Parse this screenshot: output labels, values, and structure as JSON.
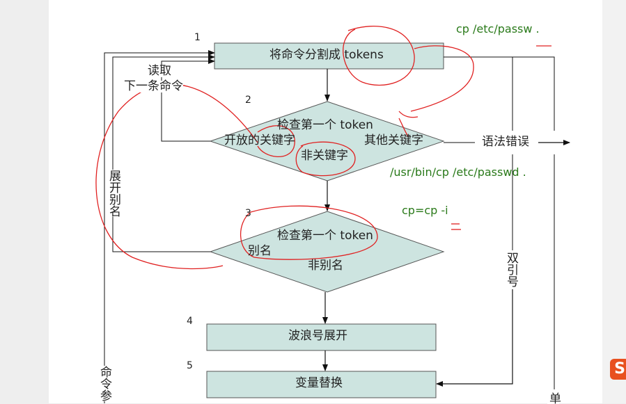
{
  "steps": {
    "s1_num": "1",
    "s1_label": "将命令分割成 tokens",
    "s2_num": "2",
    "s2_title": "检查第一个 token",
    "s2_left": "开放的关键字",
    "s2_right": "其他关键字",
    "s2_bottom": "非关键字",
    "s3_num": "3",
    "s3_title": "检查第一个 token",
    "s3_left": "别名",
    "s3_bottom": "非别名",
    "s4_num": "4",
    "s4_label": "波浪号展开",
    "s5_num": "5",
    "s5_label": "变量替换"
  },
  "side_labels": {
    "read_next_1": "读取",
    "read_next_2": "下一条命令",
    "syntax_error": "语法错误",
    "expand_alias": "展开别名",
    "double_quote": "双引号",
    "command_sub": "命令参",
    "single_quote": "单"
  },
  "annotations": {
    "note1": "cp  /etc/passw  .",
    "note2": "/usr/bin/cp /etc/passwd .",
    "note3": "cp=cp -i"
  },
  "logo_text": "S",
  "colors": {
    "box_fill": "#cde4e0",
    "box_stroke": "#555555",
    "annotation_red": "#e02020",
    "annotation_green": "#2a7a1a"
  }
}
